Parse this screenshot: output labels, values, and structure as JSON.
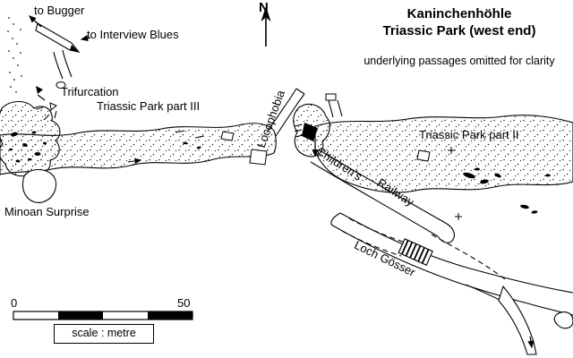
{
  "map": {
    "title": {
      "line1": "Kaninchenhöhle",
      "line2": "Triassic Park (west end)",
      "note": "underlying passages omitted for clarity"
    },
    "north_label": "N",
    "labels": {
      "to_bugger": "to Bugger",
      "to_interview_blues": "to Interview Blues",
      "trifurcation": "Trifurcation",
      "triassic_park_part_iii": "Triassic Park part III",
      "locophobia": "Locophobia",
      "triassic_park_part_ii": "Triassic Park part II",
      "childrens_railway_line1": "Children's",
      "childrens_railway_line2": "Railway",
      "loch_gosser": "Loch Gösser",
      "minoan_surprise": "Minoan Surprise"
    },
    "scale_bar": {
      "start_label": "0",
      "end_label": "50",
      "caption": "scale : metre"
    },
    "ink_color": "#000000",
    "background_color": "#ffffff"
  }
}
